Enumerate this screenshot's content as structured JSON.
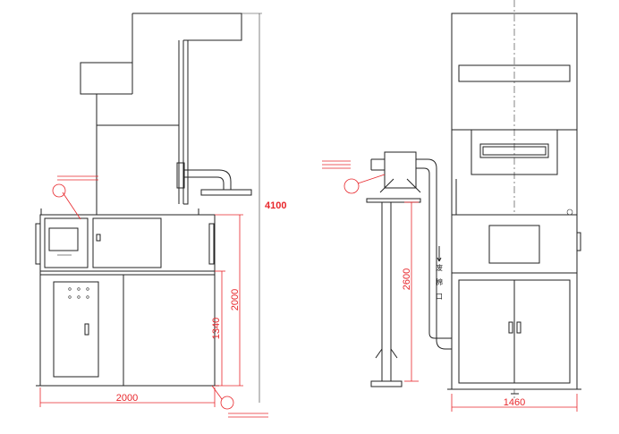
{
  "dimensions": {
    "front_width": "2000",
    "front_lower_height": "1340",
    "front_mid_height": "2000",
    "total_height": "4100",
    "side_pipe_height": "2600",
    "side_width": "1460"
  },
  "labels": {
    "waste_cotton_outlet": [
      "废",
      "棉",
      "口"
    ],
    "balloon_left": "",
    "balloon_right": "",
    "balloon_bottom": ""
  },
  "colors": {
    "line": "#222222",
    "dimension": "#e8262b"
  }
}
